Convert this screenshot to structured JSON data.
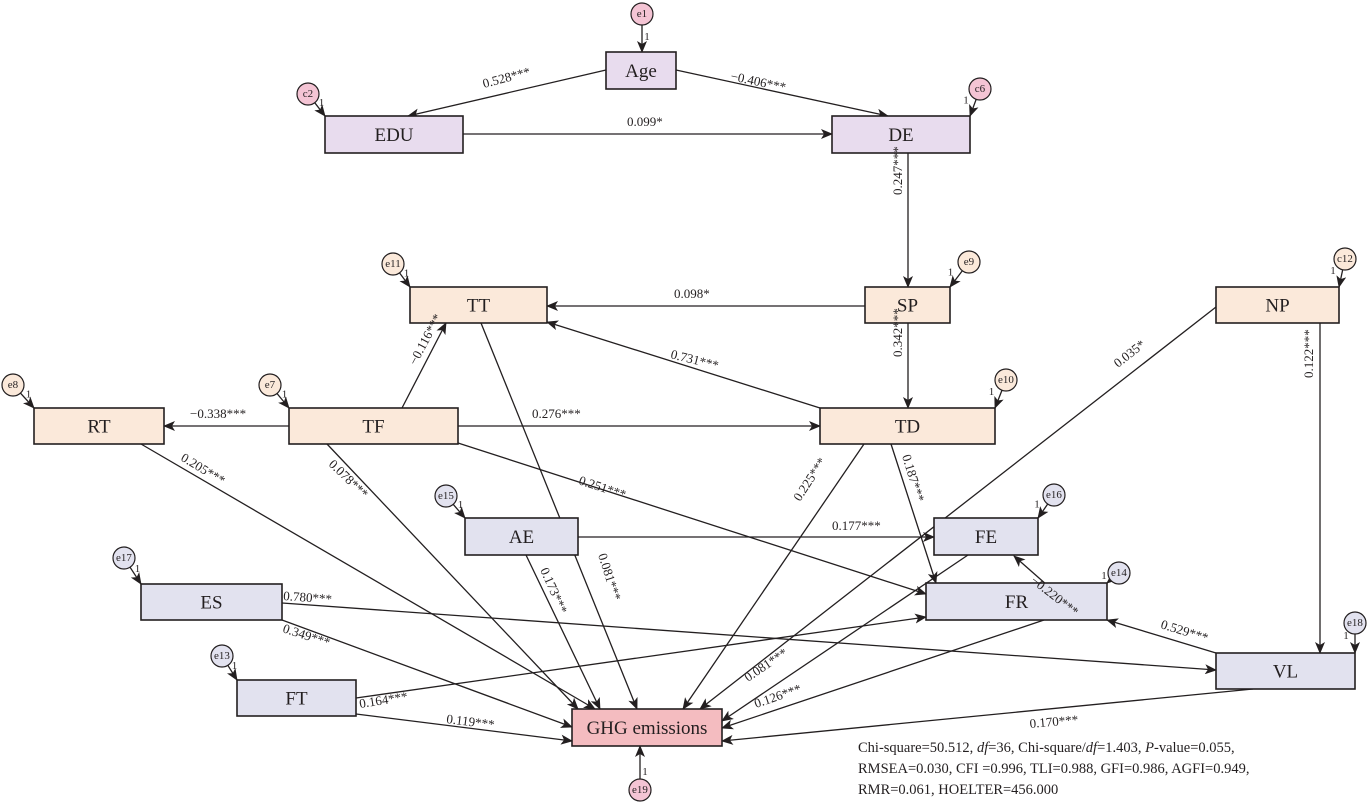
{
  "colors": {
    "purple_fill": "#e8dcee",
    "peach_fill": "#fbe9da",
    "lavender_fill": "#e2e2ef",
    "pink_fill": "#f4bcc0",
    "err_pink": "#f4c4d4",
    "err_peach": "#fbe9da",
    "err_lavender": "#e2e2ef",
    "ink": "#231f20"
  },
  "nodes": [
    {
      "id": "Age",
      "label": "Age",
      "group": "purple"
    },
    {
      "id": "EDU",
      "label": "EDU",
      "group": "purple"
    },
    {
      "id": "DE",
      "label": "DE",
      "group": "purple"
    },
    {
      "id": "TT",
      "label": "TT",
      "group": "peach"
    },
    {
      "id": "SP",
      "label": "SP",
      "group": "peach"
    },
    {
      "id": "NP",
      "label": "NP",
      "group": "peach"
    },
    {
      "id": "RT",
      "label": "RT",
      "group": "peach"
    },
    {
      "id": "TF",
      "label": "TF",
      "group": "peach"
    },
    {
      "id": "TD",
      "label": "TD",
      "group": "peach"
    },
    {
      "id": "AE",
      "label": "AE",
      "group": "lavender"
    },
    {
      "id": "FE",
      "label": "FE",
      "group": "lavender"
    },
    {
      "id": "ES",
      "label": "ES",
      "group": "lavender"
    },
    {
      "id": "FR",
      "label": "FR",
      "group": "lavender"
    },
    {
      "id": "FT",
      "label": "FT",
      "group": "lavender"
    },
    {
      "id": "VL",
      "label": "VL",
      "group": "lavender"
    },
    {
      "id": "GHG",
      "label": "GHG emissions",
      "group": "pink"
    }
  ],
  "error_terms": [
    {
      "label": "e1",
      "target": "Age",
      "weight": "1"
    },
    {
      "label": "c2",
      "target": "EDU",
      "weight": "1"
    },
    {
      "label": "c6",
      "target": "DE",
      "weight": "1"
    },
    {
      "label": "e11",
      "target": "TT",
      "weight": "1"
    },
    {
      "label": "e9",
      "target": "SP",
      "weight": "1"
    },
    {
      "label": "c12",
      "target": "NP",
      "weight": "1"
    },
    {
      "label": "e8",
      "target": "RT",
      "weight": "1"
    },
    {
      "label": "e7",
      "target": "TF",
      "weight": "1"
    },
    {
      "label": "e10",
      "target": "TD",
      "weight": "1"
    },
    {
      "label": "e15",
      "target": "AE",
      "weight": "1"
    },
    {
      "label": "e16",
      "target": "FE",
      "weight": "1"
    },
    {
      "label": "e17",
      "target": "ES",
      "weight": "1"
    },
    {
      "label": "e14",
      "target": "FR",
      "weight": "1"
    },
    {
      "label": "e13",
      "target": "FT",
      "weight": "1"
    },
    {
      "label": "e18",
      "target": "VL",
      "weight": "1"
    },
    {
      "label": "e19",
      "target": "GHG",
      "weight": "1"
    }
  ],
  "paths": [
    {
      "from": "Age",
      "to": "EDU",
      "coef": "0.528***"
    },
    {
      "from": "Age",
      "to": "DE",
      "coef": "−0.406***"
    },
    {
      "from": "EDU",
      "to": "DE",
      "coef": "0.099*"
    },
    {
      "from": "DE",
      "to": "SP",
      "coef": "0.247***"
    },
    {
      "from": "SP",
      "to": "TT",
      "coef": "0.098*"
    },
    {
      "from": "SP",
      "to": "TD",
      "coef": "0.342***"
    },
    {
      "from": "TD",
      "to": "TT",
      "coef": "0.731***"
    },
    {
      "from": "TF",
      "to": "TT",
      "coef": "−0.116***"
    },
    {
      "from": "TF",
      "to": "RT",
      "coef": "−0.338***"
    },
    {
      "from": "TF",
      "to": "TD",
      "coef": "0.276***"
    },
    {
      "from": "TF",
      "to": "FR",
      "coef": "0.251***"
    },
    {
      "from": "TF",
      "to": "GHG",
      "coef": "0.078***"
    },
    {
      "from": "RT",
      "to": "GHG",
      "coef": "0.205***"
    },
    {
      "from": "TT",
      "to": "GHG",
      "coef": "0.081***"
    },
    {
      "from": "TD",
      "to": "GHG",
      "coef": "0.225***"
    },
    {
      "from": "TD",
      "to": "FR",
      "coef": "0.187***"
    },
    {
      "from": "NP",
      "to": "GHG",
      "coef": "0.035*"
    },
    {
      "from": "NP",
      "to": "VL",
      "coef": "0.122***"
    },
    {
      "from": "AE",
      "to": "FE",
      "coef": "0.177***"
    },
    {
      "from": "AE",
      "to": "GHG",
      "coef": "0.173***"
    },
    {
      "from": "FE",
      "to": "GHG",
      "coef": "0.081***"
    },
    {
      "from": "FR",
      "to": "FE",
      "coef": "−0.220***"
    },
    {
      "from": "FR",
      "to": "GHG",
      "coef": "0.126***"
    },
    {
      "from": "VL",
      "to": "FR",
      "coef": "0.529***"
    },
    {
      "from": "VL",
      "to": "GHG",
      "coef": "0.170***"
    },
    {
      "from": "ES",
      "to": "VL",
      "coef": "0.780***"
    },
    {
      "from": "ES",
      "to": "GHG",
      "coef": "0.349***"
    },
    {
      "from": "FT",
      "to": "FR",
      "coef": "0.164***"
    },
    {
      "from": "FT",
      "to": "GHG",
      "coef": "0.119***"
    }
  ],
  "fit_indices": {
    "line1": {
      "chi_square": "Chi-square=50.512, ",
      "df_label": "df",
      "df_value": "=36, Chi-square/",
      "ratio_label": "df",
      "ratio_value": "=1.403, ",
      "p_label": "P",
      "p_value": "-value=0.055,"
    },
    "line2": "RMSEA=0.030, CFI =0.996, TLI=0.988, GFI=0.986, AGFI=0.949,",
    "line3": "RMR=0.061, HOELTER=456.000"
  }
}
